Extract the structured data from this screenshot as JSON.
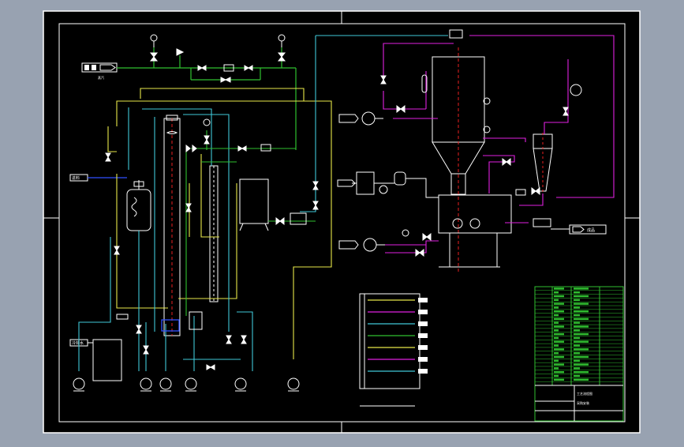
{
  "diagram": {
    "labels": {
      "steam_in": "蒸汽",
      "feed_in": "进料",
      "water_in": "冷却水",
      "product_out": "成品"
    },
    "title_block": {
      "line1": "工艺流程图",
      "line2": "采购安装"
    },
    "colors": {
      "background": "#000000",
      "border": "#ffffff",
      "green": "#30c030",
      "cyan": "#40c8d8",
      "yellow": "#e8e84a",
      "magenta": "#e020e0",
      "red": "#e82020",
      "blue": "#3050ff",
      "white": "#ffffff"
    },
    "legend_colors": [
      "#e8e84a",
      "#e020e0",
      "#40c8d8",
      "#30c030",
      "#e8e84a",
      "#e020e0",
      "#40c8d8"
    ],
    "table_rows": 26
  }
}
